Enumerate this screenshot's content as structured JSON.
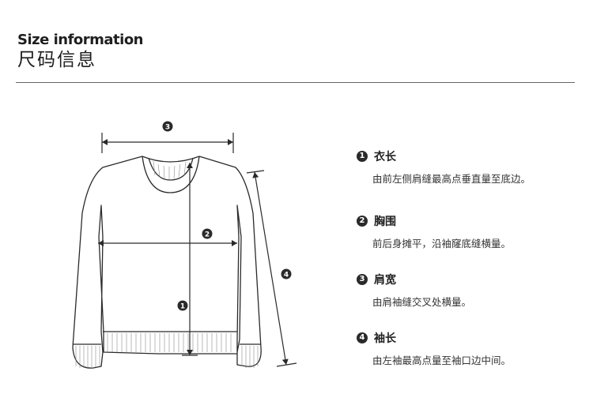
{
  "header": {
    "title_en": "Size information",
    "title_cn": "尺码信息"
  },
  "diagram": {
    "markers": [
      "1",
      "2",
      "3",
      "4"
    ]
  },
  "legend": [
    {
      "number": "1",
      "title": "衣长",
      "description": "由前左侧肩缝最高点垂直量至底边。"
    },
    {
      "number": "2",
      "title": "胸围",
      "description": "前后身摊平，沿袖窿底缝横量。"
    },
    {
      "number": "3",
      "title": "肩宽",
      "description": "由肩袖缝交叉处横量。"
    },
    {
      "number": "4",
      "title": "袖长",
      "description": "由左袖最高点量至袖口边中间。"
    }
  ],
  "colors": {
    "line": "#2a2a2a",
    "badge": "#2a2a2a"
  }
}
